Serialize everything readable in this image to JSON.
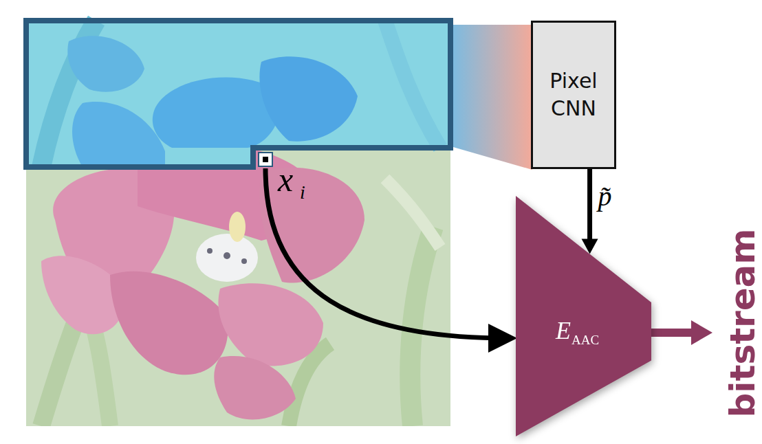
{
  "diagram": {
    "nodes": [
      {
        "text": [
          "Pixel CNN"
        ]
      },
      {
        "text": [
          "E",
          "AAC"
        ]
      }
    ],
    "edges": [
      {
        "from": 0,
        "to": 1,
        "arrow": "to",
        "label": "p̃"
      }
    ],
    "labels": [
      "x",
      "i",
      "bitstream"
    ]
  }
}
